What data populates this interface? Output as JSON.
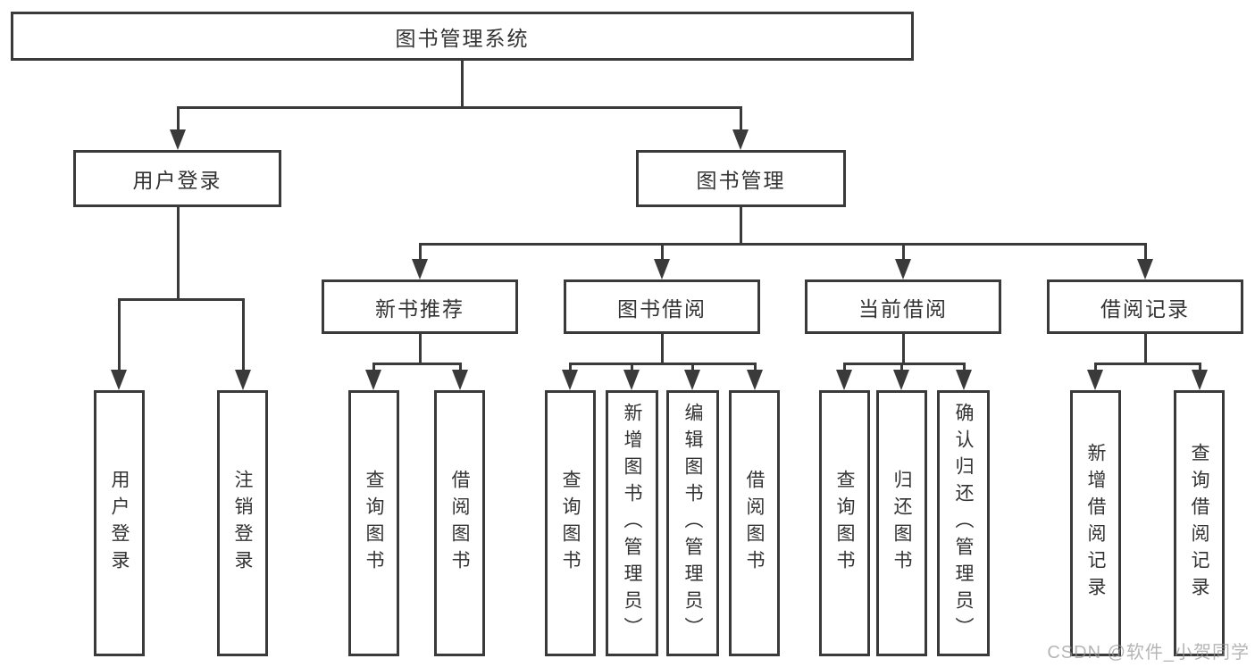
{
  "diagram": {
    "root": "图书管理系统",
    "level2": [
      "用户登录",
      "图书管理"
    ],
    "level3": [
      "新书推荐",
      "图书借阅",
      "当前借阅",
      "借阅记录"
    ],
    "leaves": [
      "用户登录",
      "注销登录",
      "查询图书",
      "借阅图书",
      "查询图书",
      "新增图书（管理员）",
      "编辑图书（管理员）",
      "借阅图书",
      "查询图书",
      "归还图书",
      "确认归还（管理员）",
      "新增借阅记录",
      "查询借阅记录"
    ],
    "structure": {
      "图书管理系统": {
        "用户登录": [
          "用户登录",
          "注销登录"
        ],
        "图书管理": {
          "新书推荐": [
            "查询图书",
            "借阅图书"
          ],
          "图书借阅": [
            "查询图书",
            "新增图书（管理员）",
            "编辑图书（管理员）",
            "借阅图书"
          ],
          "当前借阅": [
            "查询图书",
            "归还图书",
            "确认归还（管理员）"
          ],
          "借阅记录": [
            "新增借阅记录",
            "查询借阅记录"
          ]
        }
      }
    },
    "colors": {
      "line": "#3a3a3a",
      "text": "#333333",
      "background": "#ffffff"
    }
  },
  "watermark": "CSDN @软件_小贺同学"
}
